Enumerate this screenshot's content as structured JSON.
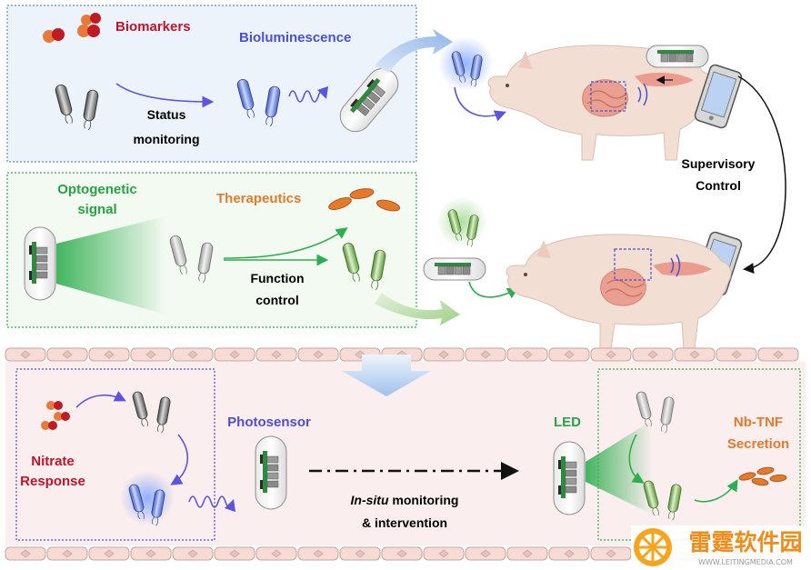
{
  "labels": {
    "biomarkers": "Biomarkers",
    "bioluminescence": "Bioluminescence",
    "status_1": "Status",
    "status_2": "monitoring",
    "supervisory_1": "Supervisory",
    "supervisory_2": "Control",
    "optogenetic_1": "Optogenetic",
    "optogenetic_2": "signal",
    "therapeutics": "Therapeutics",
    "function_1": "Function",
    "function_2": "control",
    "nitrate_1": "Nitrate",
    "nitrate_2": "Response",
    "photosensor": "Photosensor",
    "insitu_em": "In-situ",
    "insitu_rest": " monitoring",
    "intervention": "& intervention",
    "led": "LED",
    "nbtnf_1": "Nb-TNF",
    "nbtnf_2": "Secretion"
  },
  "watermark": {
    "name": "雷霆软件园",
    "url": "WWW.LEITINGMEDIA.COM"
  },
  "colors": {
    "red_label": "#c0142b",
    "blue_label": "#4b4fd8",
    "green_label": "#27a343",
    "orange_label": "#e47a2b",
    "panel_blue_bg": "#edf3fb",
    "panel_green_bg": "#f3faf1",
    "panel_pink_bg": "#fbeeee"
  }
}
